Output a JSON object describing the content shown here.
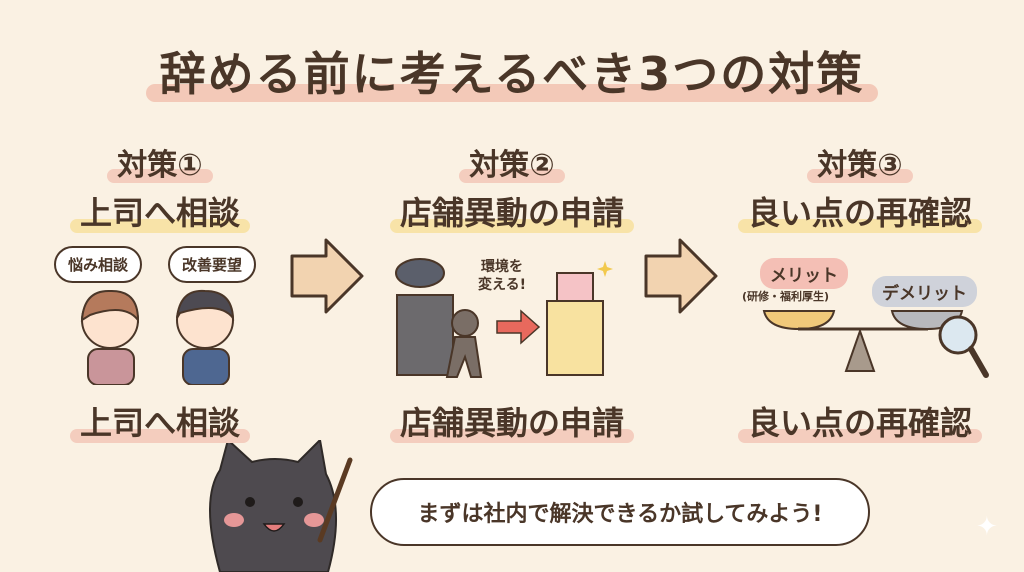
{
  "title": "辞める前に考えるべき3つの対策",
  "measures": [
    {
      "label": "対策①",
      "name": "上司へ相談",
      "bottom": "上司へ相談",
      "bubbles": [
        "悩み相談",
        "改善要望"
      ]
    },
    {
      "label": "対策②",
      "name": "店舗異動の申請",
      "bottom": "店舗異動の申請",
      "caption_line1": "環境を",
      "caption_line2": "変える!"
    },
    {
      "label": "対策③",
      "name": "良い点の再確認",
      "bottom": "良い点の再確認",
      "merit": "メリット",
      "merit_note": "(研修・福利厚生)",
      "demerit": "デメリット"
    }
  ],
  "cat_speech": "まずは社内で解決できるか試してみよう!",
  "colors": {
    "background": "#faf1e3",
    "text": "#4a3628",
    "pink": "#f4cdbe",
    "yellow": "#f8e3a8",
    "arrow": "#f2d3b0"
  }
}
